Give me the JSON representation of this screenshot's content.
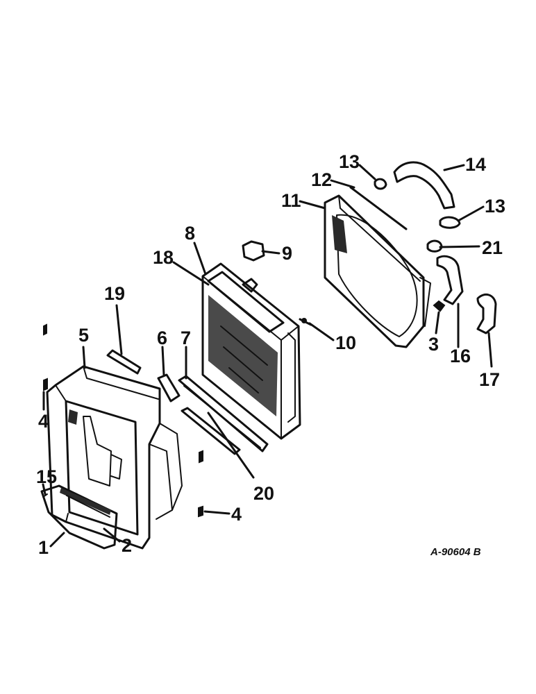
{
  "reference_number": "A-90604 B",
  "callouts": [
    {
      "id": "c1",
      "label": "1"
    },
    {
      "id": "c2",
      "label": "2"
    },
    {
      "id": "c3",
      "label": "3"
    },
    {
      "id": "c4a",
      "label": "4"
    },
    {
      "id": "c4b",
      "label": "4"
    },
    {
      "id": "c5",
      "label": "5"
    },
    {
      "id": "c6",
      "label": "6"
    },
    {
      "id": "c7",
      "label": "7"
    },
    {
      "id": "c8",
      "label": "8"
    },
    {
      "id": "c9",
      "label": "9"
    },
    {
      "id": "c10",
      "label": "10"
    },
    {
      "id": "c11",
      "label": "11"
    },
    {
      "id": "c12",
      "label": "12"
    },
    {
      "id": "c13a",
      "label": "13"
    },
    {
      "id": "c13b",
      "label": "13"
    },
    {
      "id": "c14",
      "label": "14"
    },
    {
      "id": "c15",
      "label": "15"
    },
    {
      "id": "c16",
      "label": "16"
    },
    {
      "id": "c17",
      "label": "17"
    },
    {
      "id": "c18",
      "label": "18"
    },
    {
      "id": "c19",
      "label": "19"
    },
    {
      "id": "c20",
      "label": "20"
    },
    {
      "id": "c21",
      "label": "21"
    }
  ]
}
